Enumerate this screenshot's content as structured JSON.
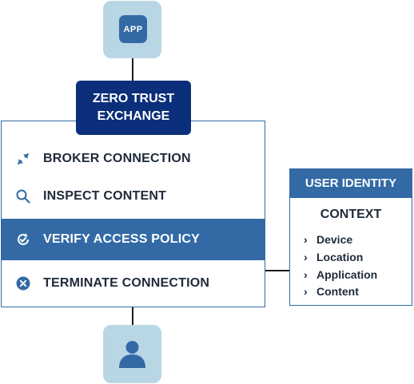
{
  "app": {
    "label": "APP"
  },
  "exchange": {
    "line1": "ZERO TRUST",
    "line2": "EXCHANGE"
  },
  "actions": [
    {
      "label": "BROKER CONNECTION",
      "icon": "expand-arrows-icon"
    },
    {
      "label": "INSPECT CONTENT",
      "icon": "magnifier-icon"
    },
    {
      "label": "VERIFY ACCESS POLICY",
      "icon": "refresh-check-icon",
      "active": true
    },
    {
      "label": "TERMINATE CONNECTION",
      "icon": "close-circle-icon"
    }
  ],
  "user": {
    "icon": "person-icon"
  },
  "identity": {
    "header": "USER IDENTITY",
    "context_title": "CONTEXT",
    "items": [
      "Device",
      "Location",
      "Application",
      "Content"
    ],
    "bullet": "›"
  },
  "colors": {
    "navy": "#0b2f7a",
    "blue": "#336aa6",
    "light_blue": "#b9d6e5",
    "text": "#1e2a3a"
  }
}
